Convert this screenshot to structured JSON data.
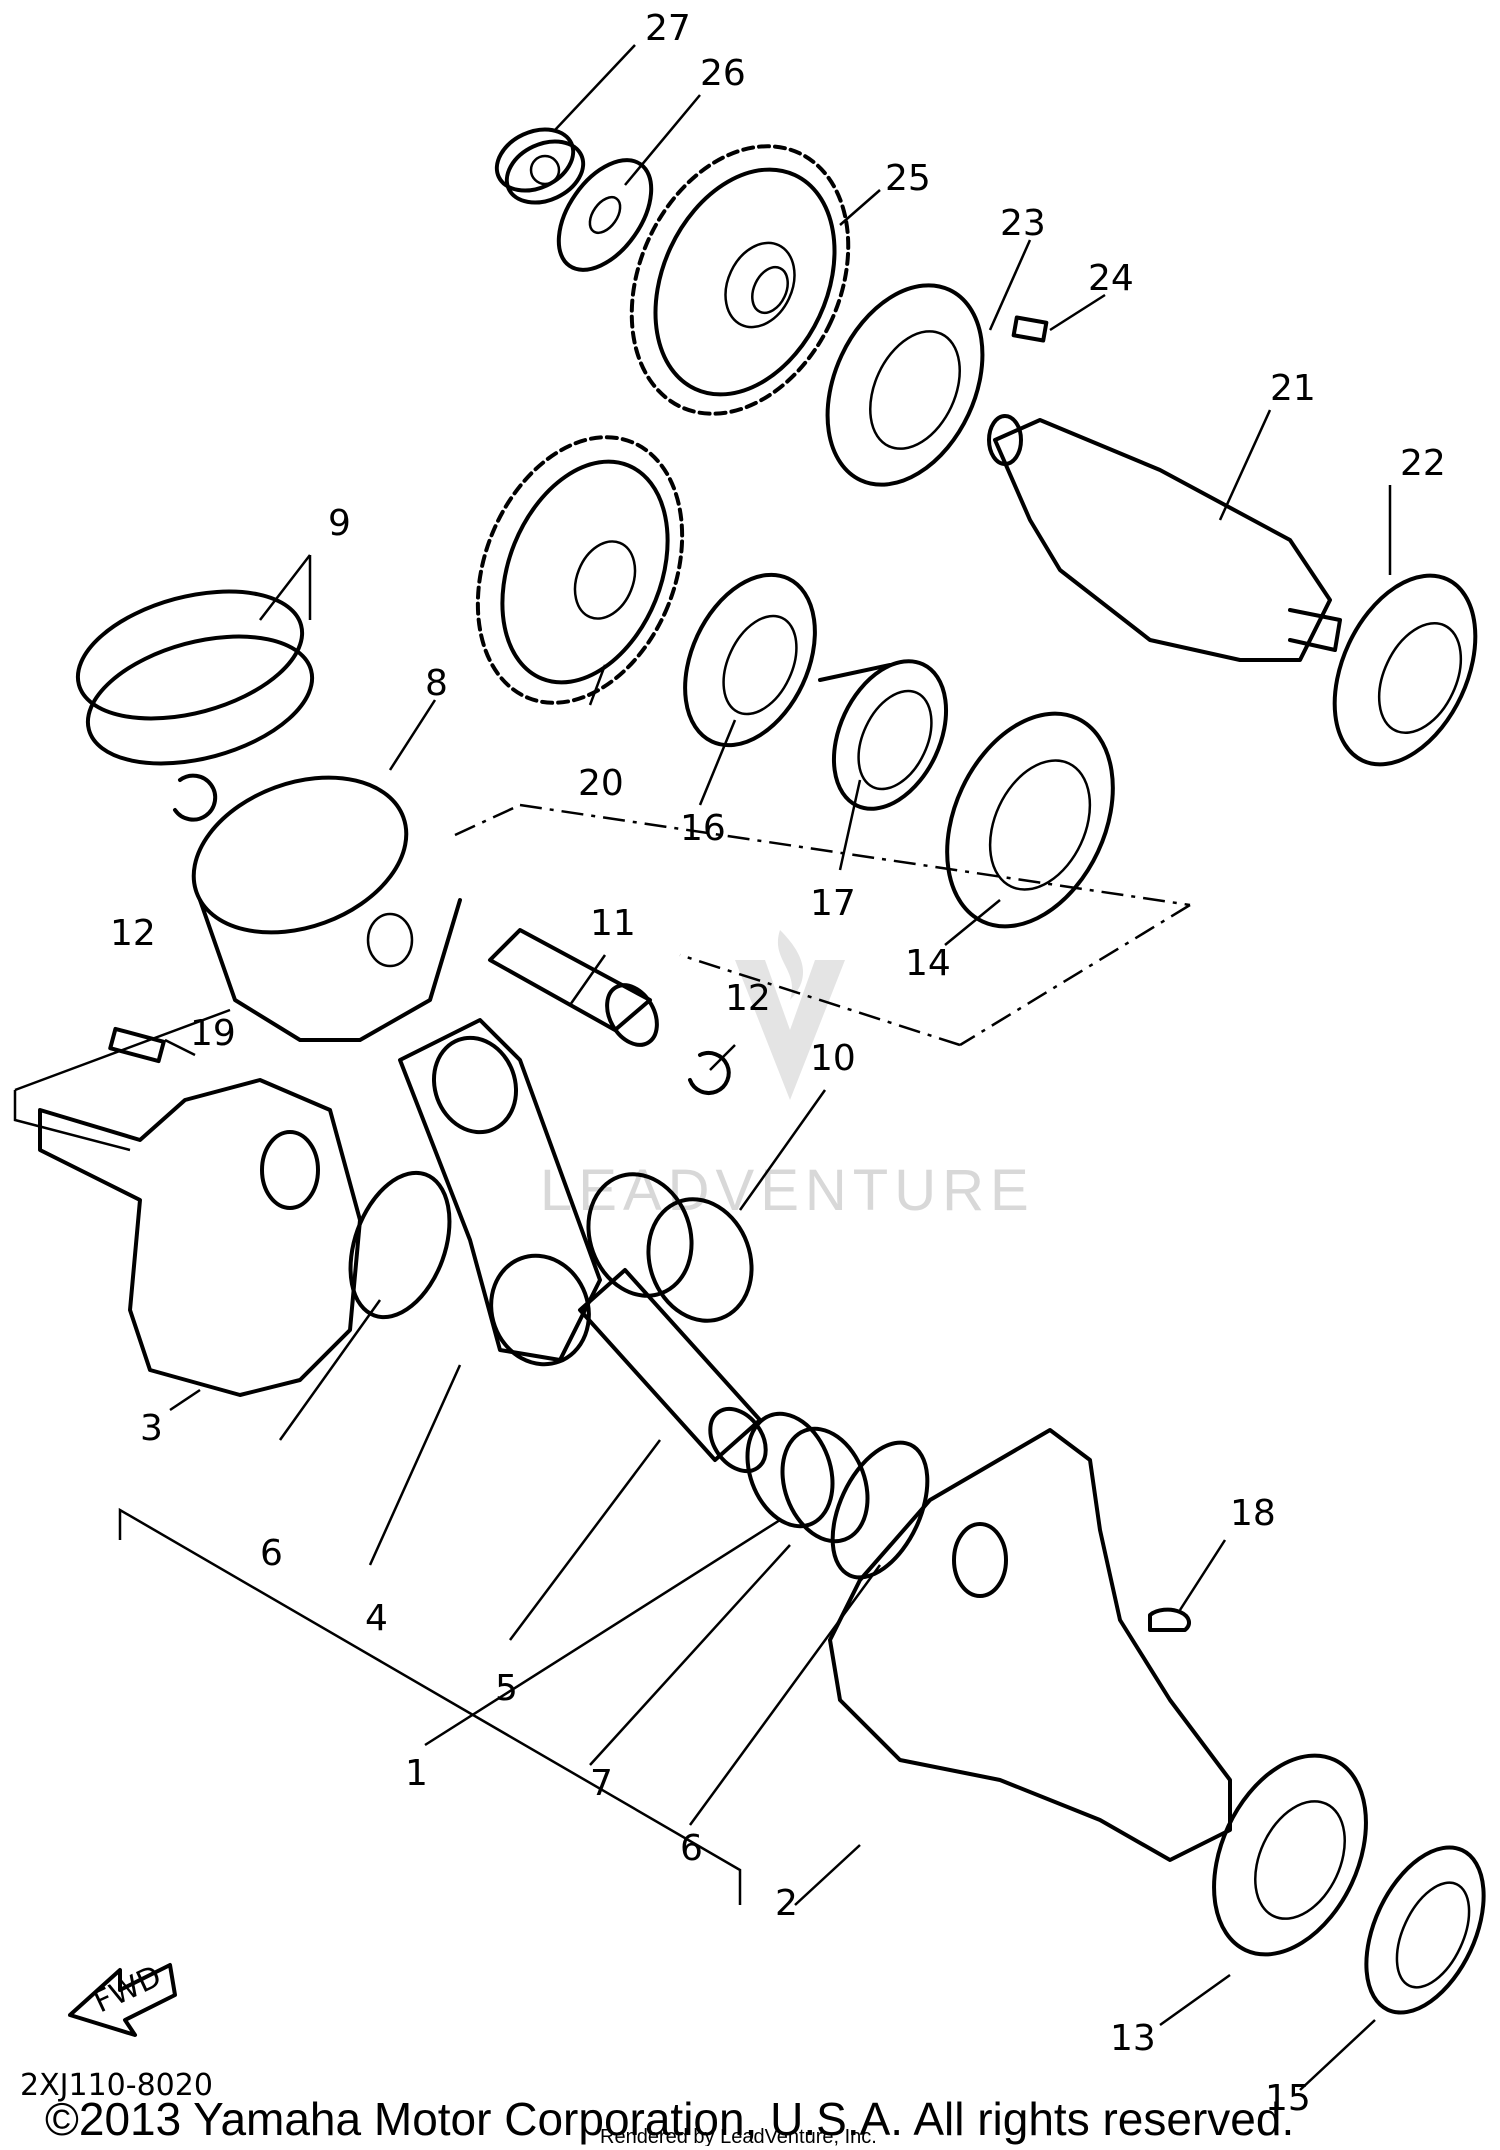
{
  "diagram": {
    "part_numbers": [
      "1",
      "2",
      "3",
      "4",
      "5",
      "6",
      "6",
      "7",
      "8",
      "9",
      "10",
      "11",
      "12",
      "12",
      "13",
      "14",
      "15",
      "16",
      "17",
      "18",
      "19",
      "20",
      "21",
      "22",
      "23",
      "24",
      "25",
      "26",
      "27"
    ],
    "fwd_label": "FWD",
    "diagram_code": "2XJ110-8020",
    "watermark": "LEADVENTURE"
  },
  "footer": {
    "copyright": "©2013 Yamaha Motor Corporation, U.S.A. All rights reserved.",
    "rendered_by": "Rendered by LeadVenture, Inc."
  }
}
